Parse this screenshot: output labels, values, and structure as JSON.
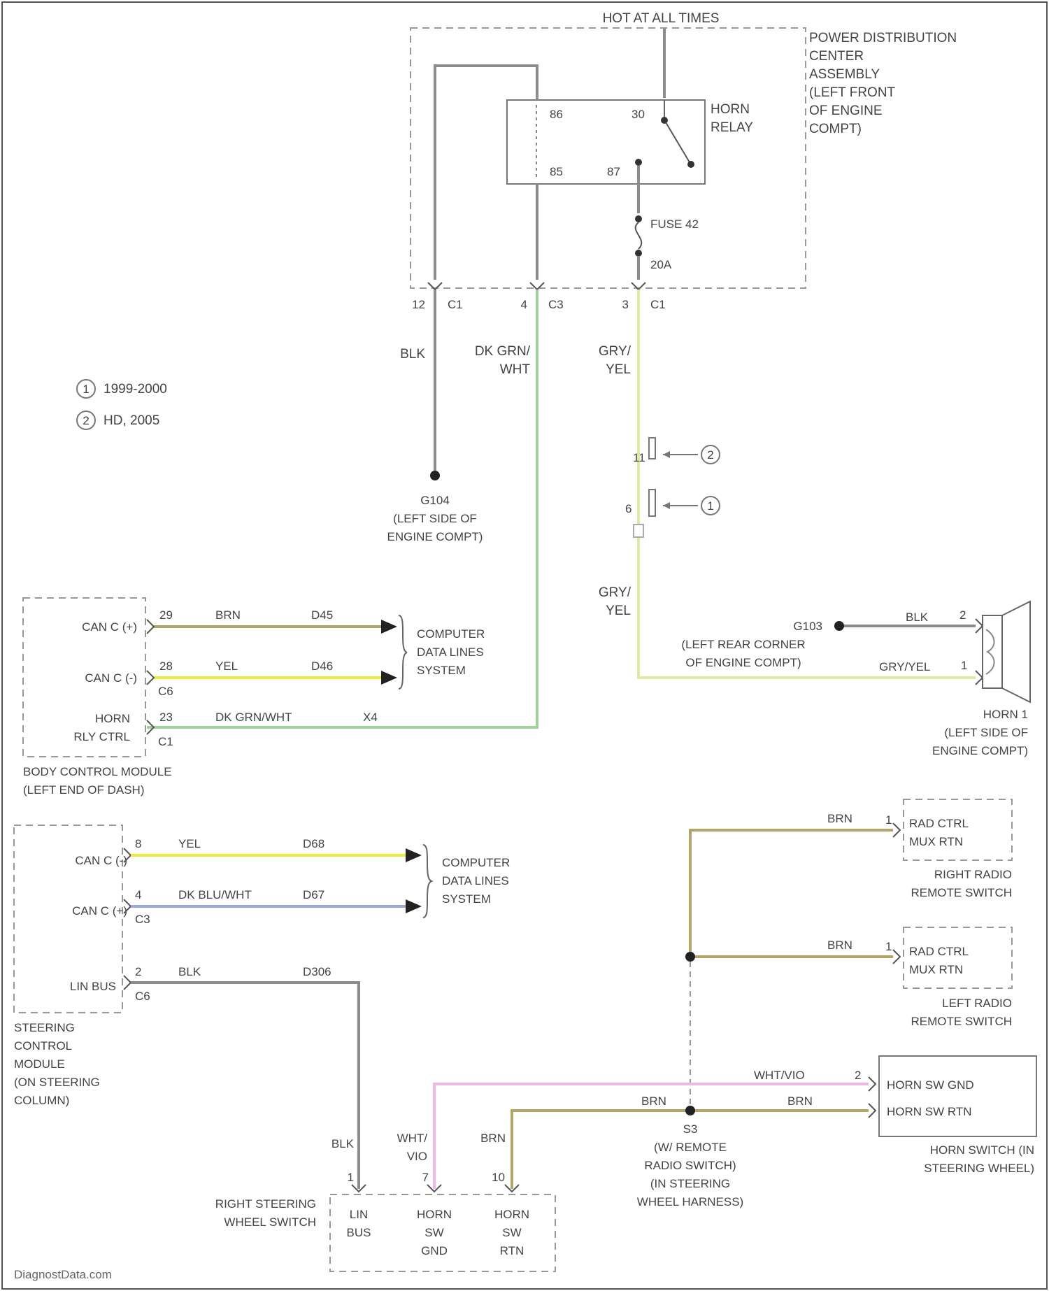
{
  "power_label": "HOT AT ALL TIMES",
  "pdc": {
    "name_lines": [
      "POWER DISTRIBUTION",
      "CENTER",
      "ASSEMBLY",
      "(LEFT FRONT",
      "OF ENGINE",
      "COMPT)"
    ],
    "relay_name_lines": [
      "HORN",
      "RELAY"
    ],
    "relay_pins": {
      "p86": "86",
      "p30": "30",
      "p85": "85",
      "p87": "87"
    },
    "fuse_name": "FUSE 42",
    "fuse_rating": "20A",
    "connectors": [
      {
        "pin": "12",
        "conn": "C1"
      },
      {
        "pin": "4",
        "conn": "C3"
      },
      {
        "pin": "3",
        "conn": "C1"
      }
    ]
  },
  "legend": [
    {
      "num": "1",
      "text": "1999-2000"
    },
    {
      "num": "2",
      "text": "HD, 2005"
    }
  ],
  "wires": {
    "w_blk": "BLK",
    "w_dkgrn": [
      "DK GRN/",
      "WHT"
    ],
    "w_gry_top": [
      "GRY/",
      "YEL"
    ],
    "w_gry_mid": [
      "GRY/",
      "YEL"
    ],
    "inline_pins": {
      "top": "11",
      "bottom": "6"
    },
    "markers": {
      "top": "2",
      "bottom": "1"
    }
  },
  "ground_g104": {
    "id": "G104",
    "lines": [
      "(LEFT SIDE OF",
      "ENGINE COMPT)"
    ]
  },
  "ground_g103": {
    "id": "G103",
    "lines": [
      "(LEFT REAR CORNER",
      "OF ENGINE COMPT)"
    ]
  },
  "bcm": {
    "rows": [
      {
        "label": "CAN C (+)",
        "pin": "29",
        "color": "BRN",
        "circuit": "D45"
      },
      {
        "label": "CAN C (-)",
        "pin": "28",
        "color": "YEL",
        "circuit": "D46",
        "conn": "C6"
      },
      {
        "label_lines": [
          "HORN",
          "RLY CTRL"
        ],
        "pin": "23",
        "color": "DK GRN/WHT",
        "circuit": "X4",
        "conn": "C1"
      }
    ],
    "name_lines": [
      "BODY CONTROL MODULE",
      "(LEFT END OF DASH)"
    ],
    "bus_lines": [
      "COMPUTER",
      "DATA LINES",
      "SYSTEM"
    ]
  },
  "horn1": {
    "wire_top": "BLK",
    "pin_top": "2",
    "wire_bottom": "GRY/YEL",
    "pin_bottom": "1",
    "name_lines": [
      "HORN 1",
      "(LEFT SIDE OF",
      "ENGINE COMPT)"
    ]
  },
  "scm": {
    "rows": [
      {
        "label": "CAN C (-)",
        "pin": "8",
        "color": "YEL",
        "circuit": "D68"
      },
      {
        "label": "CAN C (+)",
        "pin": "4",
        "color": "DK BLU/WHT",
        "circuit": "D67",
        "conn": "C3"
      },
      {
        "label": "LIN BUS",
        "pin": "2",
        "color": "BLK",
        "circuit": "D306",
        "conn": "C6"
      }
    ],
    "name_lines": [
      "STEERING",
      "CONTROL",
      "MODULE",
      "(ON STEERING",
      "COLUMN)"
    ],
    "bus_lines": [
      "COMPUTER",
      "DATA LINES",
      "SYSTEM"
    ]
  },
  "right_radio": {
    "wire": "BRN",
    "pin": "1",
    "box_lines": [
      "RAD CTRL",
      "MUX RTN"
    ],
    "name_lines": [
      "RIGHT RADIO",
      "REMOTE SWITCH"
    ]
  },
  "left_radio": {
    "wire": "BRN",
    "pin": "1",
    "box_lines": [
      "RAD CTRL",
      "MUX RTN"
    ],
    "name_lines": [
      "LEFT RADIO",
      "REMOTE SWITCH"
    ]
  },
  "horn_switch": {
    "wire_top": "WHT/VIO",
    "pin_top": "2",
    "wire_bottom": "BRN",
    "wire_left": "BRN",
    "box_lines": [
      "HORN SW GND",
      "HORN SW RTN"
    ],
    "name_lines": [
      "HORN SWITCH (IN",
      "STEERING WHEEL)"
    ]
  },
  "splice_s3": {
    "id": "S3",
    "lines": [
      "(W/ REMOTE",
      "RADIO SWITCH)",
      "(IN STEERING",
      "WHEEL HARNESS)"
    ]
  },
  "rsws": {
    "name_lines": [
      "RIGHT STEERING",
      "WHEEL SWITCH"
    ],
    "wire_blk": "BLK",
    "wire_wht": [
      "WHT/",
      "VIO"
    ],
    "wire_brn": "BRN",
    "pins": [
      "1",
      "7",
      "10"
    ],
    "cols": [
      [
        "LIN",
        "BUS"
      ],
      [
        "HORN",
        "SW",
        "GND"
      ],
      [
        "HORN",
        "SW",
        "RTN"
      ]
    ]
  },
  "colors": {
    "wire_gray": "#8c8c8c",
    "wire_green": "#9fd29a",
    "wire_greenyellow": "#dfe9a2",
    "wire_brown": "#b5a46a",
    "wire_yellow": "#ecec3c",
    "wire_blue": "#9eaad4",
    "wire_pink": "#efb7e3",
    "dash": "#999999"
  },
  "watermark": "DiagnostData.com"
}
